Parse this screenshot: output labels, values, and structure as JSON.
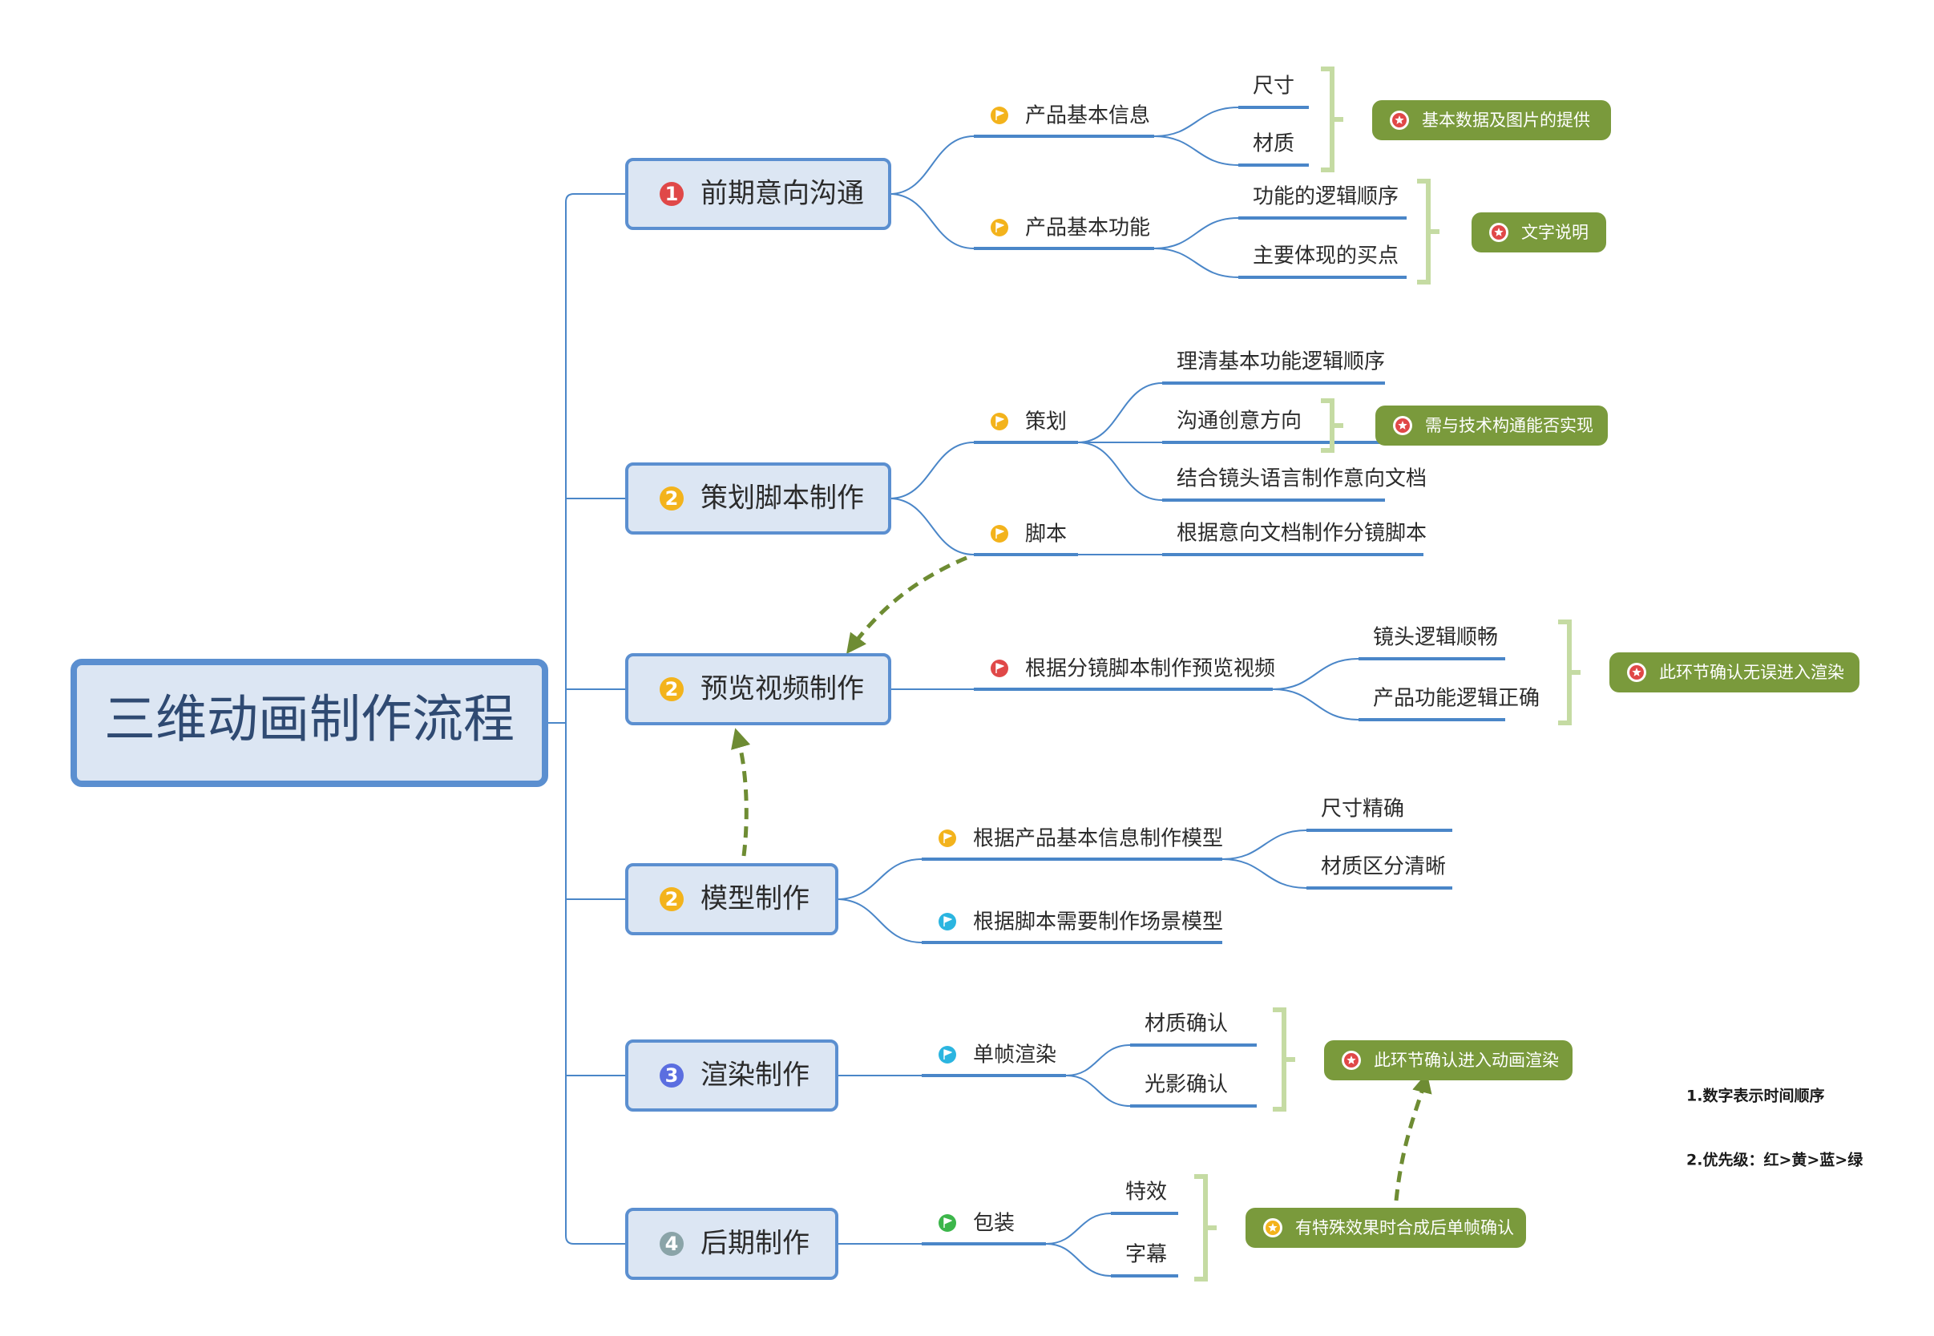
{
  "title": "三维动画制作流程",
  "colors": {
    "connector": "#4a86c8",
    "underline": "#4a86c8",
    "stage_fill": "#dce6f3",
    "stage_border": "#5b8fd0",
    "note_fill": "#7a9a3c",
    "bracket": "#c5dba3",
    "arrow": "#6e8c33",
    "flag_red": "#e04848",
    "flag_yellow": "#f3b31c",
    "flag_blue": "#2bb5e0",
    "flag_green": "#3cb64a"
  },
  "stages": [
    {
      "id": "s1",
      "badge": "1",
      "badge_color": "#e04848",
      "label": "前期意向沟通",
      "children": [
        {
          "id": "s1c1",
          "label": "产品基本信息",
          "flag": "yellow",
          "children": [
            {
              "label": "尺寸"
            },
            {
              "label": "材质"
            }
          ],
          "note": {
            "label": "基本数据及图片的提供",
            "icon": "red-star-icon"
          }
        },
        {
          "id": "s1c2",
          "label": "产品基本功能",
          "flag": "yellow",
          "children": [
            {
              "label": "功能的逻辑顺序"
            },
            {
              "label": "主要体现的买点"
            }
          ],
          "note": {
            "label": "文字说明",
            "icon": "red-star-icon"
          }
        }
      ]
    },
    {
      "id": "s2",
      "badge": "2",
      "badge_color": "#f3b31c",
      "label": "策划脚本制作",
      "children": [
        {
          "id": "s2c1",
          "label": "策划",
          "flag": "yellow",
          "children": [
            {
              "label": "理清基本功能逻辑顺序"
            },
            {
              "label": "沟通创意方向",
              "note": {
                "label": "需与技术构通能否实现",
                "icon": "red-star-icon"
              }
            },
            {
              "label": "结合镜头语言制作意向文档"
            }
          ]
        },
        {
          "id": "s2c2",
          "label": "脚本",
          "flag": "yellow",
          "children": [
            {
              "label": "根据意向文档制作分镜脚本"
            }
          ]
        }
      ]
    },
    {
      "id": "s3",
      "badge": "2",
      "badge_color": "#f3b31c",
      "label": "预览视频制作",
      "children": [
        {
          "id": "s3c1",
          "label": "根据分镜脚本制作预览视频",
          "flag": "red",
          "children": [
            {
              "label": "镜头逻辑顺畅"
            },
            {
              "label": "产品功能逻辑正确"
            }
          ],
          "note": {
            "label": "此环节确认无误进入渲染",
            "icon": "red-star-icon"
          }
        }
      ]
    },
    {
      "id": "s4",
      "badge": "2",
      "badge_color": "#f3b31c",
      "label": "模型制作",
      "children": [
        {
          "id": "s4c1",
          "label": "根据产品基本信息制作模型",
          "flag": "yellow",
          "children": [
            {
              "label": "尺寸精确"
            },
            {
              "label": "材质区分清晰"
            }
          ]
        },
        {
          "id": "s4c2",
          "label": "根据脚本需要制作场景模型",
          "flag": "blue",
          "children": []
        }
      ]
    },
    {
      "id": "s5",
      "badge": "3",
      "badge_color": "#5b6ee0",
      "label": "渲染制作",
      "children": [
        {
          "id": "s5c1",
          "label": "单帧渲染",
          "flag": "blue",
          "children": [
            {
              "label": "材质确认"
            },
            {
              "label": "光影确认"
            }
          ],
          "note": {
            "label": "此环节确认进入动画渲染",
            "icon": "red-star-icon"
          }
        }
      ]
    },
    {
      "id": "s6",
      "badge": "4",
      "badge_color": "#8aa4a8",
      "label": "后期制作",
      "children": [
        {
          "id": "s6c1",
          "label": "包装",
          "flag": "green",
          "children": [
            {
              "label": "特效"
            },
            {
              "label": "字幕"
            }
          ],
          "note": {
            "label": "有特殊效果时合成后单帧确认",
            "icon": "yellow-star-icon"
          }
        }
      ]
    }
  ],
  "legend": [
    "1.数字表示时间顺序",
    "2.优先级：红>黄>蓝>绿"
  ]
}
